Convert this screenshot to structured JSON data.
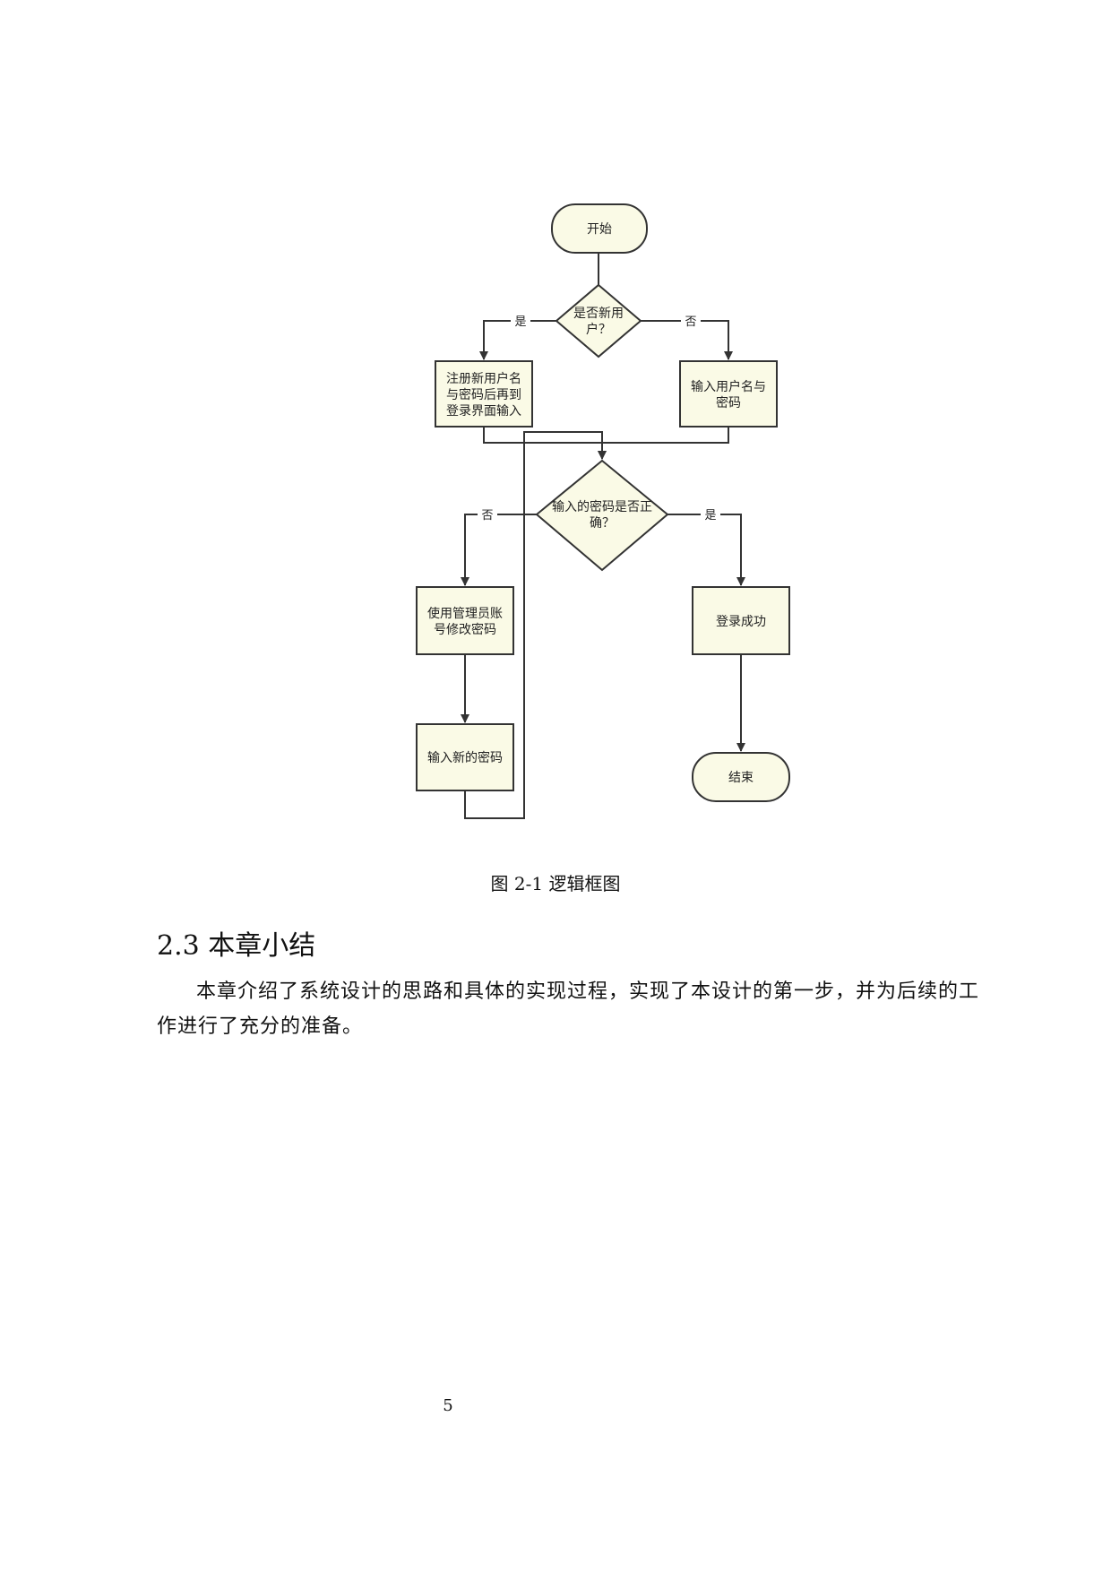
{
  "flowchart": {
    "nodes": {
      "start": [
        "开始"
      ],
      "is_new_user": [
        "是否新用",
        "户？"
      ],
      "register": [
        "注册新用户名",
        "与密码后再到",
        "登录界面输入"
      ],
      "input_credentials": [
        "输入用户名与",
        "密码"
      ],
      "password_correct": [
        "输入的密码是否正",
        "确？"
      ],
      "admin_modify": [
        "使用管理员账",
        "号修改密码"
      ],
      "login_success": [
        "登录成功"
      ],
      "input_new_password": [
        "输入新的密码"
      ],
      "end": [
        "结束"
      ]
    },
    "labels": {
      "yes_new_user": "是",
      "no_new_user": "否",
      "no_correct": "否",
      "yes_correct": "是"
    },
    "colors": {
      "node_fill": "#fafae6",
      "stroke": "#333333"
    }
  },
  "caption": "图 2-1  逻辑框图",
  "section": {
    "heading": "2.3 本章小结",
    "paragraph": "本章介绍了系统设计的思路和具体的实现过程，实现了本设计的第一步，并为后续的工作进行了充分的准备。"
  },
  "page_number": "5"
}
